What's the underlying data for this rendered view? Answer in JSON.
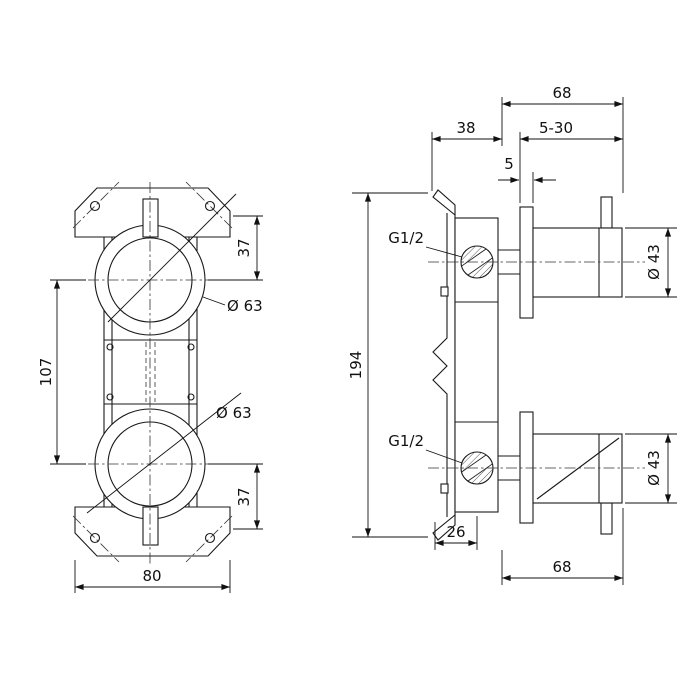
{
  "colors": {
    "line": "#1a1a1a",
    "background": "#ffffff"
  },
  "front_view": {
    "dims": {
      "top_offset": "37",
      "diameter_top": "Ø 63",
      "center_distance": "107",
      "diameter_bottom": "Ø 63",
      "bottom_offset": "37",
      "overall_width": "80"
    }
  },
  "side_view": {
    "labels": {
      "thread_top": "G1/2",
      "thread_bottom": "G1/2"
    },
    "dims": {
      "depth_top": "68",
      "body_depth": "38",
      "adjust_range": "5-30",
      "plate_min": "5",
      "overall_height": "194",
      "handle_diameter_top": "Ø 43",
      "handle_diameter_bottom": "Ø 43",
      "inlet_offset": "26",
      "depth_bottom": "68"
    }
  }
}
